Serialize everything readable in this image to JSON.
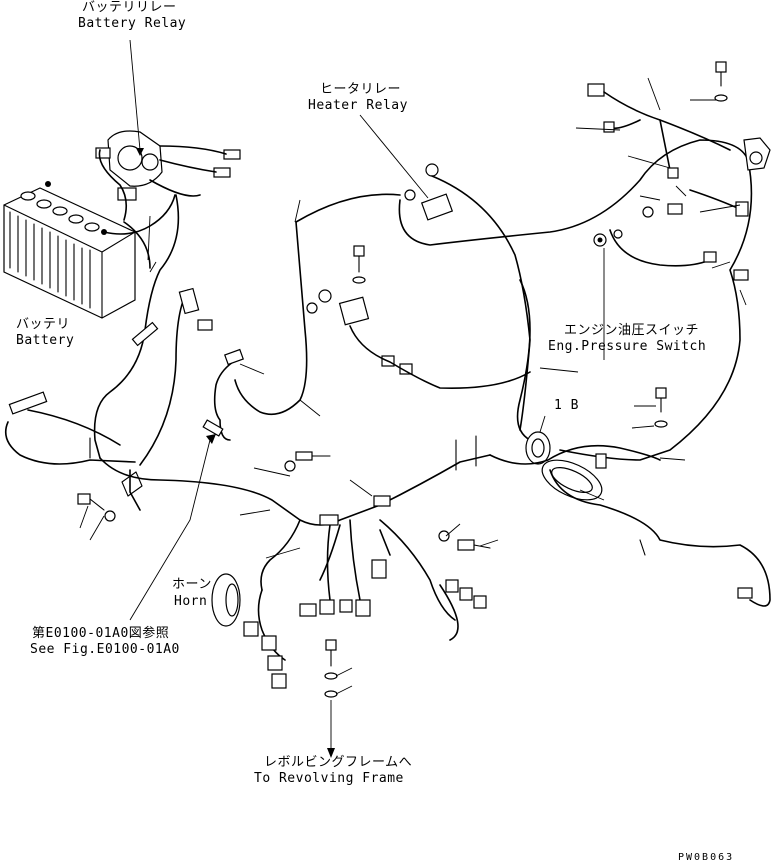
{
  "labels": {
    "battery_relay_jp": "バッテリリレー",
    "battery_relay_en": "Battery Relay",
    "heater_relay_jp": "ヒータリレー",
    "heater_relay_en": "Heater Relay",
    "battery_jp": "バッテリ",
    "battery_en": "Battery",
    "eng_pressure_switch_jp": "エンジン油圧スイッチ",
    "eng_pressure_switch_en": "Eng.Pressure Switch",
    "callout_1b": "1 B",
    "horn_jp": "ホーン",
    "horn_en": "Horn",
    "see_fig_jp": "第E0100-01A0図参照",
    "see_fig_en": "See Fig.E0100-01A0",
    "revolving_frame_jp": "レボルビングフレームへ",
    "revolving_frame_en": "To Revolving Frame",
    "drawing_code": "PW0B063"
  }
}
